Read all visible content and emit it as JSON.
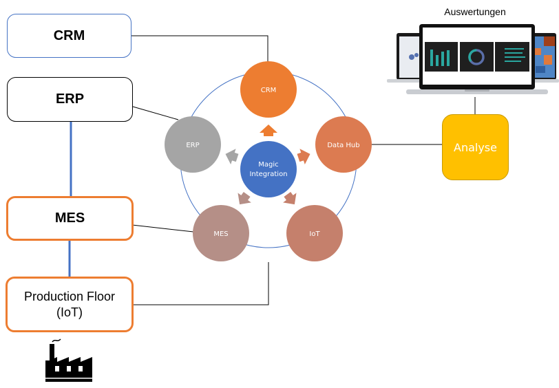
{
  "left_boxes": {
    "crm": {
      "label": "CRM",
      "border_color": "#4472c4"
    },
    "erp": {
      "label": "ERP",
      "border_color": "#000000"
    },
    "mes": {
      "label": "MES",
      "border_color": "#ed7d31"
    },
    "production_floor": {
      "label_line1": "Production Floor",
      "label_line2": "(IoT)",
      "border_color": "#ed7d31"
    }
  },
  "cycle": {
    "center": {
      "label_line1": "Magic",
      "label_line2": "Integration",
      "color": "#4472c4"
    },
    "nodes": [
      {
        "id": "crm",
        "label": "CRM",
        "color": "#ed7d31"
      },
      {
        "id": "data-hub",
        "label": "Data Hub",
        "color": "#dc7b51"
      },
      {
        "id": "iot",
        "label": "IoT",
        "color": "#c5806c"
      },
      {
        "id": "mes",
        "label": "MES",
        "color": "#b58f87"
      },
      {
        "id": "erp",
        "label": "ERP",
        "color": "#a5a5a5"
      }
    ],
    "ring_color": "#4472c4"
  },
  "analyse": {
    "label": "Analyse",
    "color": "#ffc000"
  },
  "auswertungen": {
    "title": "Auswertungen"
  },
  "colors": {
    "link_blue": "#4472c4",
    "connector": "#000000"
  },
  "icons": {
    "factory": "factory-icon",
    "laptops": "dashboard-laptops-image"
  }
}
